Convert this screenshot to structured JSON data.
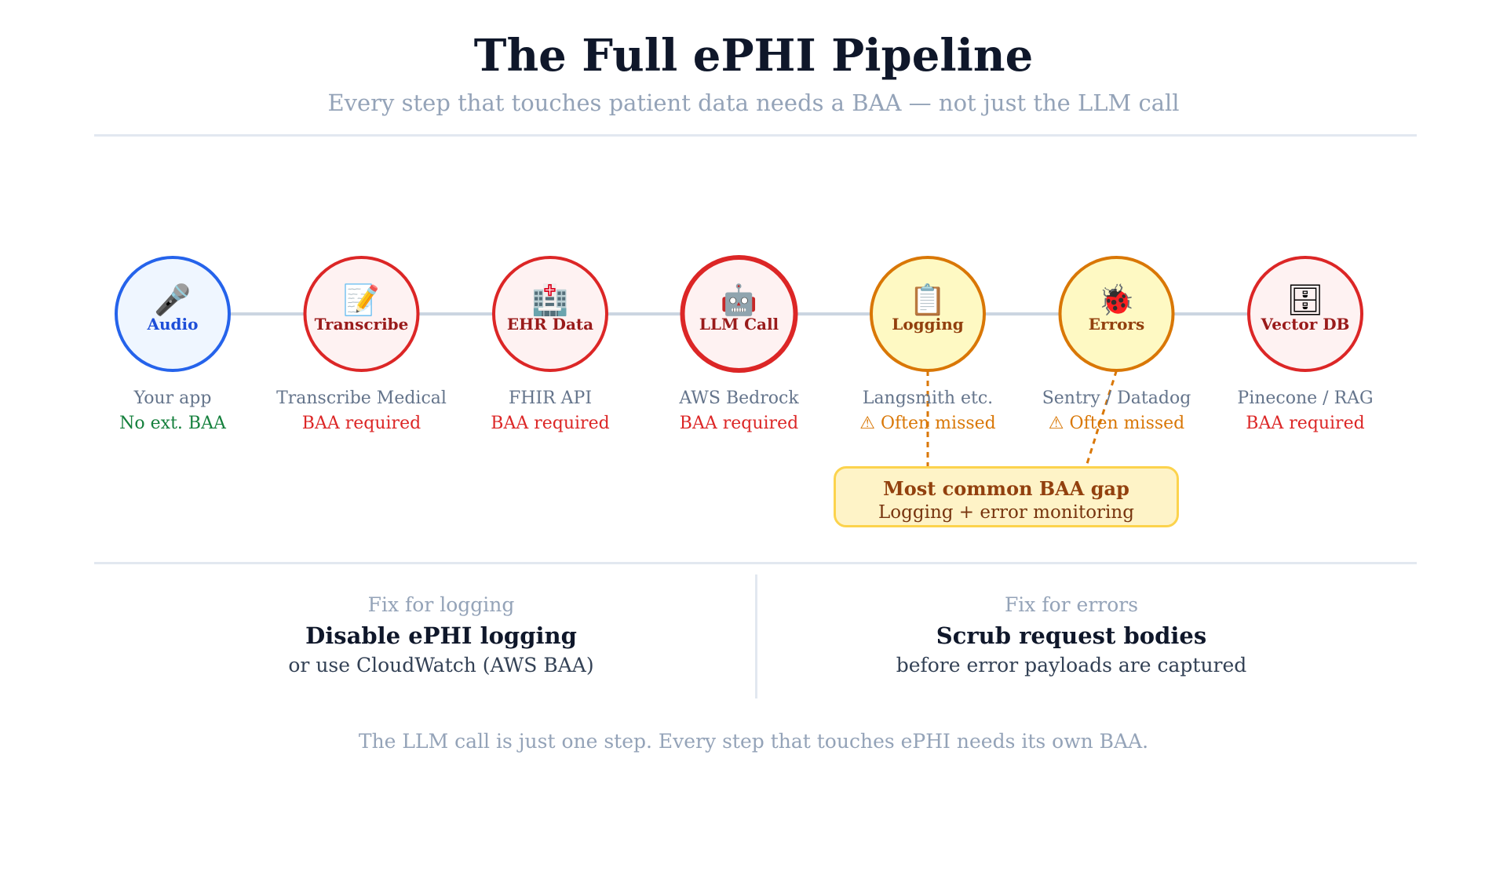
{
  "header": {
    "title": "The Full ePHI Pipeline",
    "subtitle": "Every step that touches patient data needs a BAA — not just the LLM call"
  },
  "colors": {
    "connector": "#cbd5e1",
    "dashed": "#d97706"
  },
  "nodes": [
    {
      "icon": "microphone-icon",
      "glyph": "🎤",
      "label": "Audio",
      "desc": "Your app",
      "status": "No ext. BAA",
      "fill": "#eff6ff",
      "stroke": "#2563eb",
      "label_color": "#1d4ed8",
      "status_color": "#15803d",
      "emphasis": false
    },
    {
      "icon": "document-icon",
      "glyph": "📝",
      "label": "Transcribe",
      "desc": "Transcribe Medical",
      "status": "BAA required",
      "fill": "#fef2f2",
      "stroke": "#dc2626",
      "label_color": "#991b1b",
      "status_color": "#dc2626",
      "emphasis": false
    },
    {
      "icon": "hospital-icon",
      "glyph": "🏥",
      "label": "EHR Data",
      "desc": "FHIR API",
      "status": "BAA required",
      "fill": "#fef2f2",
      "stroke": "#dc2626",
      "label_color": "#991b1b",
      "status_color": "#dc2626",
      "emphasis": false
    },
    {
      "icon": "robot-icon",
      "glyph": "🤖",
      "label": "LLM Call",
      "desc": "AWS Bedrock",
      "status": "BAA required",
      "fill": "#fef2f2",
      "stroke": "#dc2626",
      "label_color": "#991b1b",
      "status_color": "#dc2626",
      "emphasis": true
    },
    {
      "icon": "log-icon",
      "glyph": "📋",
      "label": "Logging",
      "desc": "Langsmith etc.",
      "status": "⚠ Often missed",
      "fill": "#fef9c3",
      "stroke": "#d97706",
      "label_color": "#92400e",
      "status_color": "#d97706",
      "emphasis": false
    },
    {
      "icon": "bug-icon",
      "glyph": "🐞",
      "label": "Errors",
      "desc": "Sentry / Datadog",
      "status": "⚠ Often missed",
      "fill": "#fef9c3",
      "stroke": "#d97706",
      "label_color": "#92400e",
      "status_color": "#d97706",
      "emphasis": false
    },
    {
      "icon": "database-icon",
      "glyph": "🗄",
      "label": "Vector DB",
      "desc": "Pinecone / RAG",
      "status": "BAA required",
      "fill": "#fef2f2",
      "stroke": "#dc2626",
      "label_color": "#991b1b",
      "status_color": "#dc2626",
      "emphasis": false
    }
  ],
  "callout": {
    "title": "Most common BAA gap",
    "subtitle": "Logging + error monitoring"
  },
  "fixes": {
    "logging": {
      "heading": "Fix for logging",
      "main": "Disable ePHI logging",
      "sub": "or use CloudWatch (AWS BAA)"
    },
    "errors": {
      "heading": "Fix for errors",
      "main": "Scrub request bodies",
      "sub": "before error payloads are captured"
    }
  },
  "footnote": "The LLM call is just one step. Every step that touches ePHI needs its own BAA."
}
